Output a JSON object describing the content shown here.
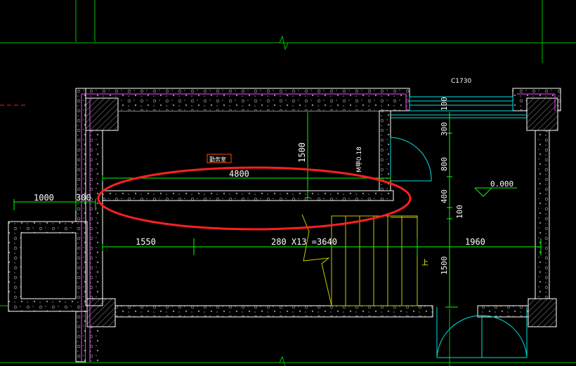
{
  "drawing": {
    "colors": {
      "background": "#000000",
      "axis_line": "#00c000",
      "wall_hatch": "#9a9a9a",
      "wall_line": "#ffffff",
      "inner_line": "#ff44ff",
      "dimension_line": "#00ff00",
      "stair": "#c8c800",
      "door": "#00e0e0",
      "annotation": "#ff2020"
    },
    "labels": {
      "window_code": "C1730",
      "room_tag": "勤务室",
      "span_top": "4800",
      "height_mid": "1500",
      "vertical_note": "M甲0.18",
      "elevation": "0.000",
      "left_1000": "1000",
      "left_300": "300",
      "seg_1550": "1550",
      "stair_formula": "280 X13 =3640",
      "seg_1960": "1960",
      "r_100_top": "100",
      "r_300": "300",
      "r_800": "800",
      "r_400": "400",
      "r_100_mid": "100",
      "r_1500": "1500",
      "stair_up": "上"
    }
  }
}
